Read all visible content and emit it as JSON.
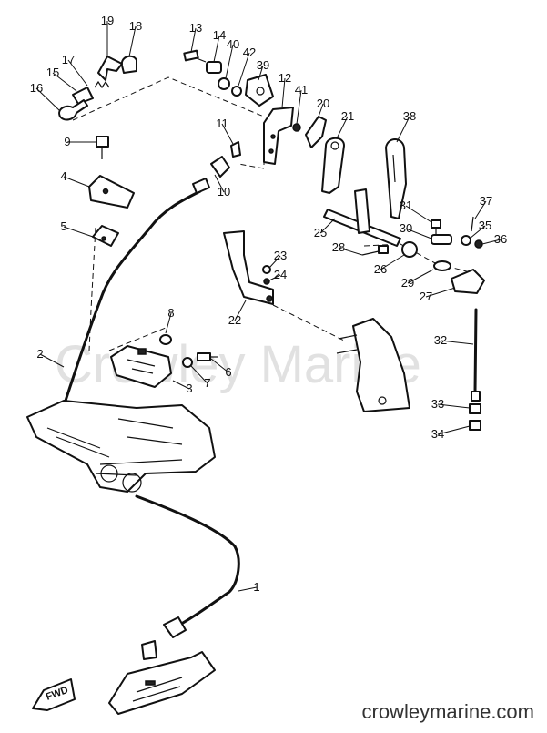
{
  "watermark": "Crowley Marine",
  "footer": "crowleymarine.com",
  "fwd_label": "FWD",
  "callouts": [
    "1",
    "2",
    "3",
    "4",
    "5",
    "6",
    "7",
    "8",
    "9",
    "10",
    "11",
    "12",
    "13",
    "14",
    "15",
    "16",
    "17",
    "18",
    "19",
    "20",
    "21",
    "22",
    "23",
    "24",
    "25",
    "26",
    "27",
    "28",
    "29",
    "30",
    "31",
    "32",
    "33",
    "34",
    "35",
    "36",
    "37",
    "38",
    "39",
    "40",
    "41",
    "42"
  ]
}
